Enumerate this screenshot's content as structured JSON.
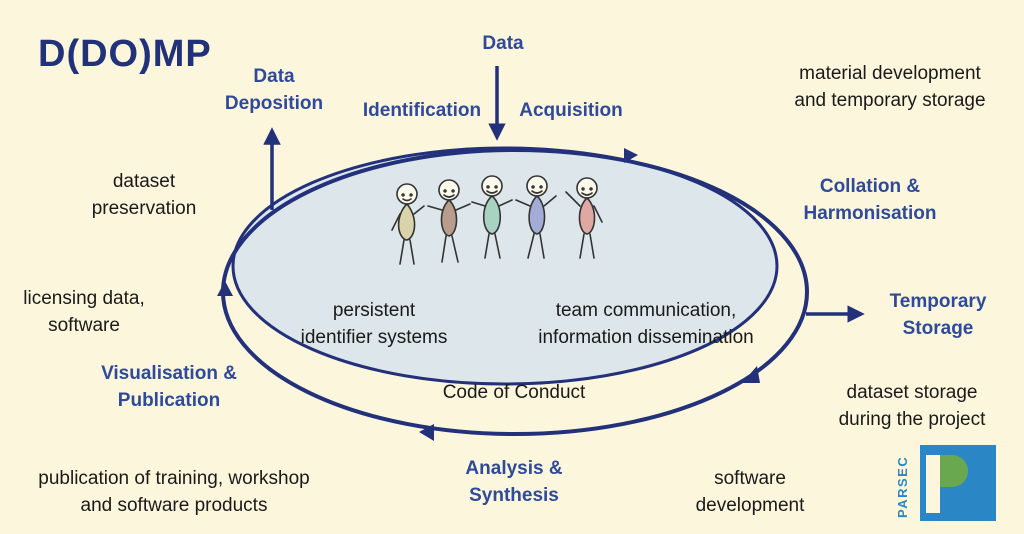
{
  "logo": "D(DO)MP",
  "cycle": {
    "data": "Data",
    "identification": "Identification",
    "acquisition": "Acquisition",
    "data_deposition": [
      "Data",
      "Deposition"
    ],
    "collation": [
      "Collation &",
      "Harmonisation"
    ],
    "temporary_storage": [
      "Temporary",
      "Storage"
    ],
    "analysis": [
      "Analysis &",
      "Synthesis"
    ],
    "visualisation": [
      "Visualisation &",
      "Publication"
    ]
  },
  "notes": {
    "material": [
      "material development",
      "and temporary storage"
    ],
    "dataset_preservation": [
      "dataset",
      "preservation"
    ],
    "licensing": [
      "licensing data,",
      "software"
    ],
    "dataset_storage": [
      "dataset storage",
      "during the project"
    ],
    "publication": [
      "publication of training, workshop",
      "and software products"
    ],
    "software_dev": [
      "software",
      "development"
    ]
  },
  "center": {
    "persistent": [
      "persistent",
      "identifier systems"
    ],
    "team": [
      "team communication,",
      "information dissemination"
    ],
    "code": "Code of Conduct"
  },
  "partner_logo": {
    "name": "PARSEC",
    "colors": {
      "blue": "#2b86c5",
      "green": "#6aa84f"
    }
  },
  "colors": {
    "accent": "#2f4a9b",
    "ellipse_fill": "#dde6ea",
    "ellipse_stroke": "#23307a"
  }
}
